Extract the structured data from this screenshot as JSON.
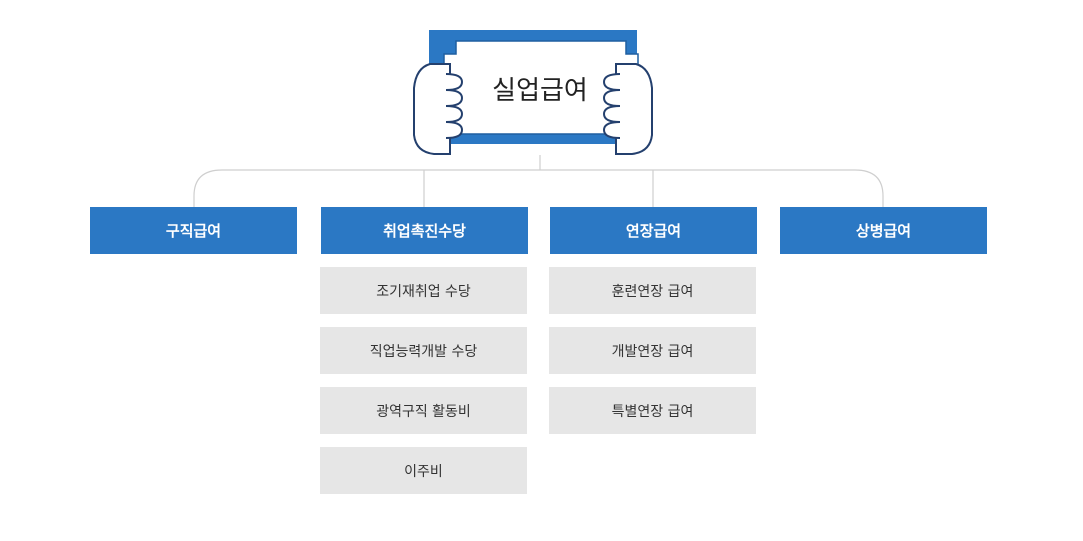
{
  "title": "실업급여",
  "categories": [
    {
      "label": "구직급여",
      "items": []
    },
    {
      "label": "취업촉진수당",
      "items": [
        "조기재취업 수당",
        "직업능력개발 수당",
        "광역구직 활동비",
        "이주비"
      ]
    },
    {
      "label": "연장급여",
      "items": [
        "훈련연장 급여",
        "개발연장 급여",
        "특별연장 급여"
      ]
    },
    {
      "label": "상병급여",
      "items": []
    }
  ],
  "colors": {
    "accent": "#2b78c4",
    "sub_bg": "#e6e6e6",
    "connector": "#cfcfcf"
  }
}
